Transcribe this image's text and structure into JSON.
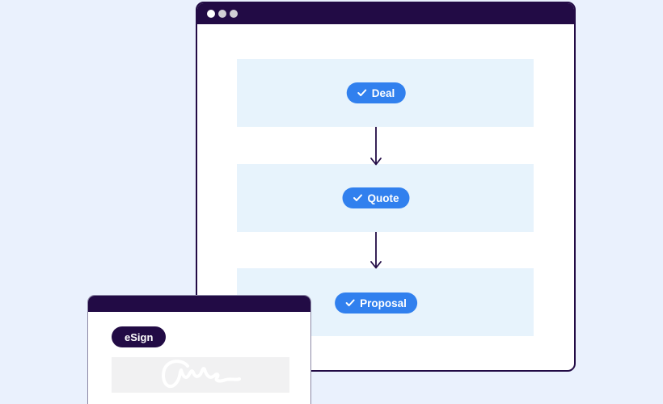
{
  "colors": {
    "background": "#EAF1FD",
    "titlebar": "#220B45",
    "band": "#E7F3FC",
    "accent_blue": "#3180EE",
    "dot_active": "#FFFFFF",
    "dot_inactive": "#D2D0D6",
    "signature_box": "#F1F1F2",
    "small_window_border": "#8D89A6",
    "arrow": "#220B45"
  },
  "main_window": {
    "titlebar_dots": [
      "dot",
      "dot",
      "dot"
    ],
    "steps": [
      {
        "label": "Deal",
        "icon": "check-icon"
      },
      {
        "label": "Quote",
        "icon": "check-icon"
      },
      {
        "label": "Proposal",
        "icon": "check-icon"
      }
    ],
    "connectors": [
      "down-arrow",
      "down-arrow"
    ]
  },
  "esign_window": {
    "badge_label": "eSign",
    "signature_icon": "signature-squiggle"
  }
}
